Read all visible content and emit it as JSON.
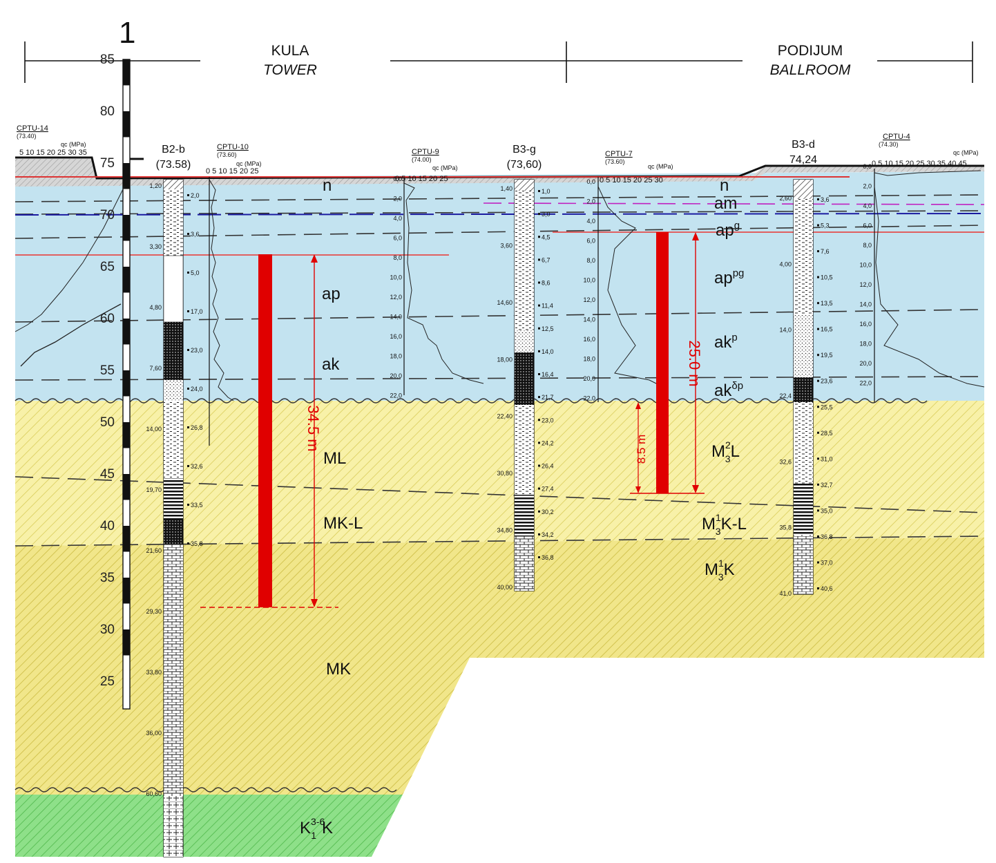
{
  "section_id": "1",
  "headers": {
    "left_title": "KULA",
    "left_subtitle": "TOWER",
    "right_title": "PODIJUM",
    "right_subtitle": "BALLROOM"
  },
  "elevation_axis": {
    "ticks": [
      "85",
      "80",
      "75",
      "70",
      "65",
      "60",
      "55",
      "50",
      "45",
      "40",
      "35",
      "30",
      "25"
    ]
  },
  "boreholes": [
    {
      "name": "B2-b",
      "elevation": "(73.58)"
    },
    {
      "name": "B3-g",
      "elevation": "(73,60)"
    },
    {
      "name": "B3-d",
      "elevation": "74,24"
    }
  ],
  "cptu": [
    {
      "name": "CPTU-14",
      "elev": "(73.40)",
      "scale": "5 10 15 20 25 30 35"
    },
    {
      "name": "CPTU-10",
      "elev": "(73.60)",
      "scale": "0 5 10 15 20 25"
    },
    {
      "name": "CPTU-9",
      "elev": "(74.00)",
      "scale": "0 5 10 15 20 25"
    },
    {
      "name": "CPTU-7",
      "elev": "(73.60)",
      "scale": "0 5 10 15 20 25 30"
    },
    {
      "name": "CPTU-4",
      "elev": "(74.30)",
      "scale": "0 5 10 15 20 25 30 35 40 45"
    }
  ],
  "qc_label": "qc (MPa)",
  "units": {
    "n1": "n",
    "n2": "n",
    "am": "am",
    "apg": "ap",
    "apg_sup": "g",
    "appg": "ap",
    "appg_sup": "pg",
    "ap": "ap",
    "ak": "ak",
    "akp": "ak",
    "akp_sup": "p",
    "akdp": "ak",
    "akdp_sup": "δp",
    "ML": "ML",
    "MKL": "MK-L",
    "MK": "MK",
    "M2L_base": "M",
    "M2L_sup": "2",
    "M2L_sub": "3",
    "M2L_end": "L",
    "M1KL_base": "M",
    "M1KL_sup": "1",
    "M1KL_sub": "3",
    "M1KL_end": "K-L",
    "M1K_base": "M",
    "M1K_sup": "1",
    "M1K_sub": "3",
    "M1K_end": "K",
    "K_base": "K",
    "K_sup": "3-6",
    "K_sub": "1",
    "K_end": "K"
  },
  "dimensions": {
    "tower": "34.5 m",
    "ballroom": "25.0 m",
    "ballroom_small": "8.5 m"
  },
  "depths": {
    "b2b_left": [
      "1,20",
      "3,30",
      "4,80",
      "7,60",
      "14,00",
      "19,70",
      "21,60",
      "29,30",
      "33,80",
      "36,00",
      "60,60"
    ],
    "b2b_right": [
      "2,0",
      "3,6",
      "5,0",
      "17,0",
      "23,0",
      "24,0",
      "26,8",
      "32,6",
      "33,5",
      "35,8"
    ],
    "b3g_left": [
      "1,40",
      "3,60",
      "14,60",
      "18,00",
      "22,40",
      "30,80",
      "34,80",
      "40,00"
    ],
    "b3g_right": [
      "1,0",
      "3,0",
      "4,5",
      "6,7",
      "8,6",
      "11,4",
      "12,5",
      "14,0",
      "16,4",
      "21,7",
      "23,0",
      "24,2",
      "26,4",
      "27,4",
      "30,2",
      "34,2",
      "36,8"
    ],
    "b3d_left": [
      "2,60",
      "4,00",
      "14,0",
      "22,4",
      "32,6",
      "35,8",
      "41,0"
    ],
    "b3d_right": [
      "3,6",
      "5,3",
      "7,6",
      "10,5",
      "13,5",
      "16,5",
      "19,5",
      "23,6",
      "25,5",
      "28,5",
      "31,0",
      "32,7",
      "35,0",
      "36,8",
      "37,0",
      "40,6"
    ]
  },
  "cptu_depth_scale": [
    "0,0",
    "2,0",
    "4,0",
    "6,0",
    "8,0",
    "10,0",
    "12,0",
    "14,0",
    "16,0",
    "18,0",
    "20,0",
    "22,0"
  ],
  "colors": {
    "water_zone": "#c3e3f0",
    "yellow_zone": "#f8f1a8",
    "yellow_dark": "#f1e68a",
    "green_zone": "#8ee089",
    "fill_gray": "#d6d6d6",
    "red": "#e00000",
    "groundwater": "#1a1aa0"
  }
}
